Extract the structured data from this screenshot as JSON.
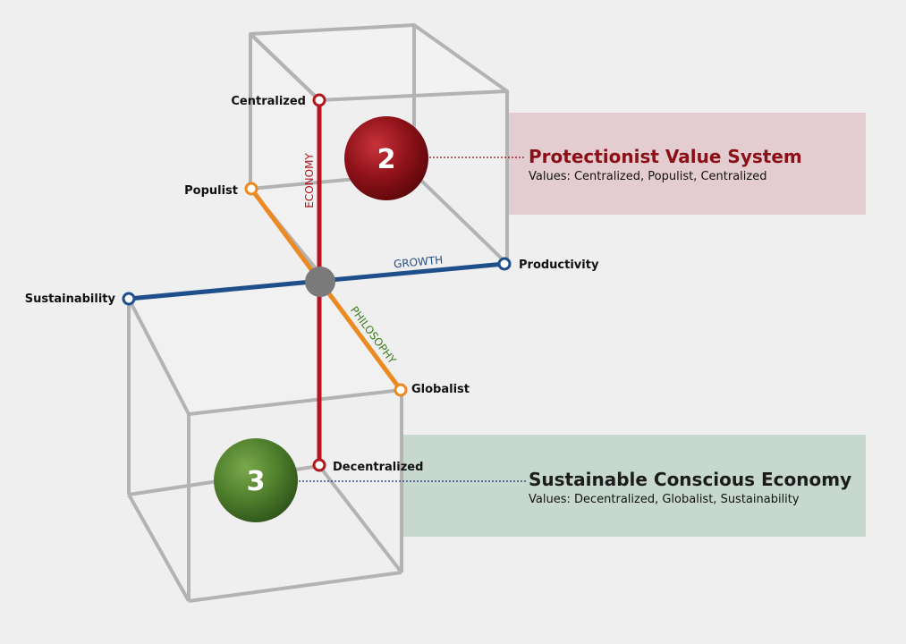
{
  "colors": {
    "economy": "#b3161f",
    "growth": "#1f4f8a",
    "philosophy": "#ec8a22",
    "philosophy_label": "#3d7d1c",
    "protectionist": "#8a0f16",
    "sustainable": "#1c1c1c",
    "protectionist_panel": "#e3cdd0",
    "sustainable_panel": "#c7d9cf",
    "cube_edge": "#b3b3b3",
    "hub": "#7a7a7a"
  },
  "axes": {
    "economy": {
      "name": "ECONOMY",
      "top_label": "Centralized",
      "bottom_label": "Decentralized"
    },
    "growth": {
      "name": "GROWTH",
      "right_label": "Productivity",
      "left_label": "Sustainability"
    },
    "philosophy": {
      "name": "PHILOSOPHY",
      "top_label": "Populist",
      "bottom_label": "Globalist"
    }
  },
  "systems": [
    {
      "number": "2",
      "title": "Protectionist Value System",
      "values": "Values: Centralized, Populist, Centralized"
    },
    {
      "number": "3",
      "title": "Sustainable Conscious Economy",
      "values": "Values: Decentralized, Globalist, Sustainability"
    }
  ]
}
